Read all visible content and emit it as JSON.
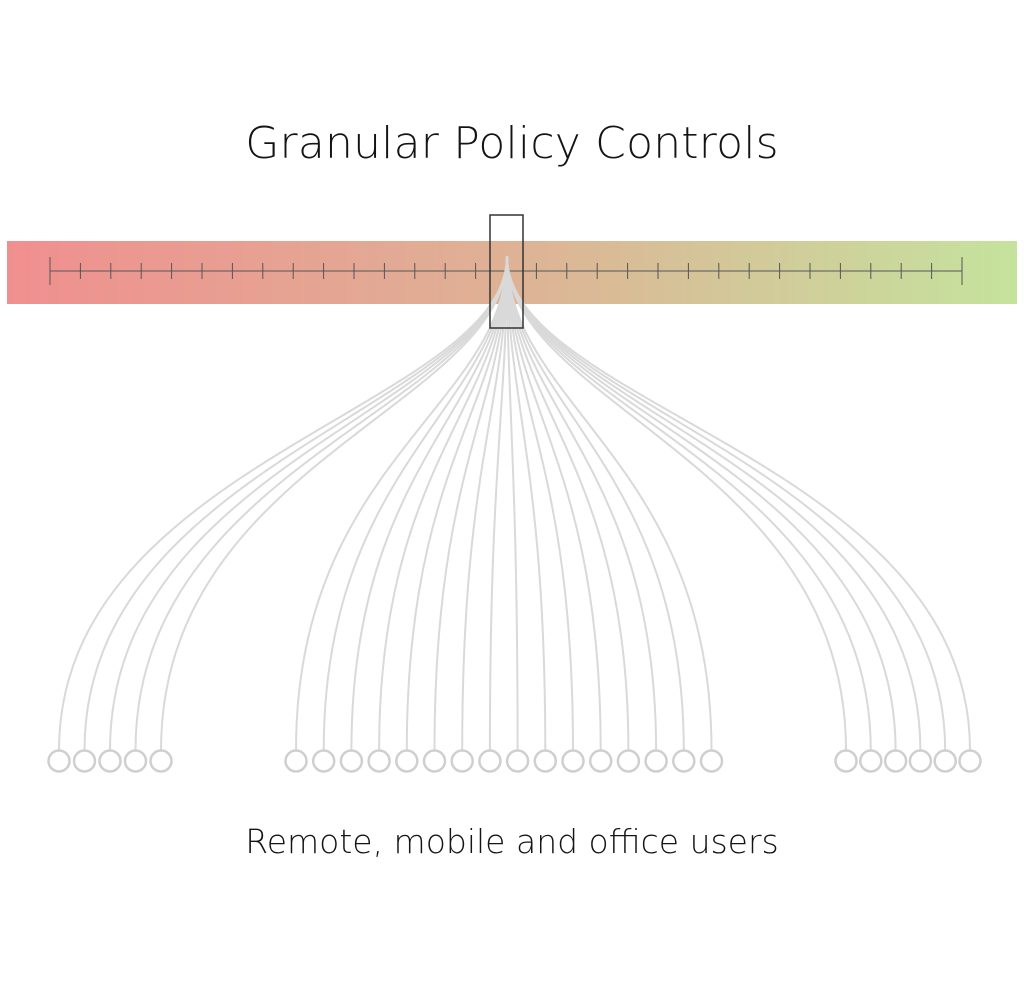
{
  "title": "Granular Policy Controls",
  "caption": "Remote, mobile and office users",
  "colors": {
    "scale_start": "#f08f8f",
    "scale_mid": "#deb295",
    "scale_end": "#c5e39d",
    "connector": "#d9d9d9",
    "user_node_stroke": "#cfcfcf",
    "tick": "#555555",
    "selector_stroke": "#333333"
  },
  "icons": [
    "policy-scale-tick-icon",
    "policy-selector-icon",
    "user-node-icon"
  ],
  "scale": {
    "tick_count": 31,
    "selected_index": 15
  },
  "user_groups": [
    {
      "name": "remote",
      "count": 5
    },
    {
      "name": "mobile",
      "count": 16
    },
    {
      "name": "office",
      "count": 6
    }
  ]
}
